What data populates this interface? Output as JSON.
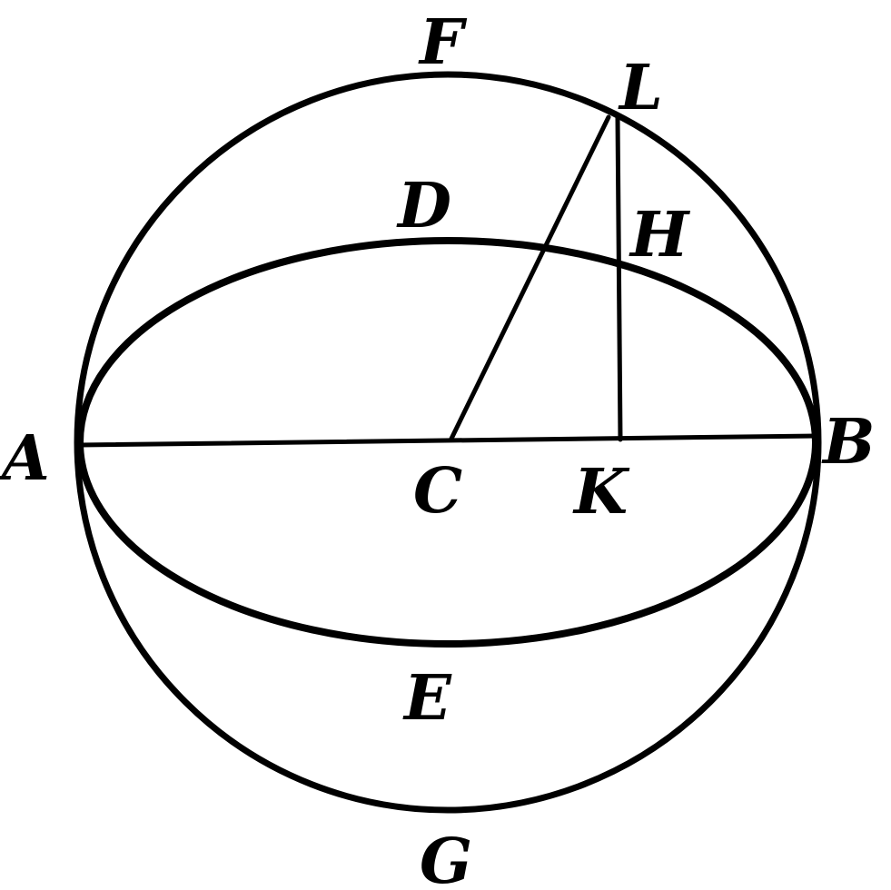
{
  "diagram": {
    "colors": {
      "ink": "#000000",
      "background": "#ffffff"
    },
    "labels": {
      "A": "A",
      "B": "B",
      "C": "C",
      "D": "D",
      "E": "E",
      "F": "F",
      "G": "G",
      "H": "H",
      "K": "K",
      "L": "L"
    }
  }
}
